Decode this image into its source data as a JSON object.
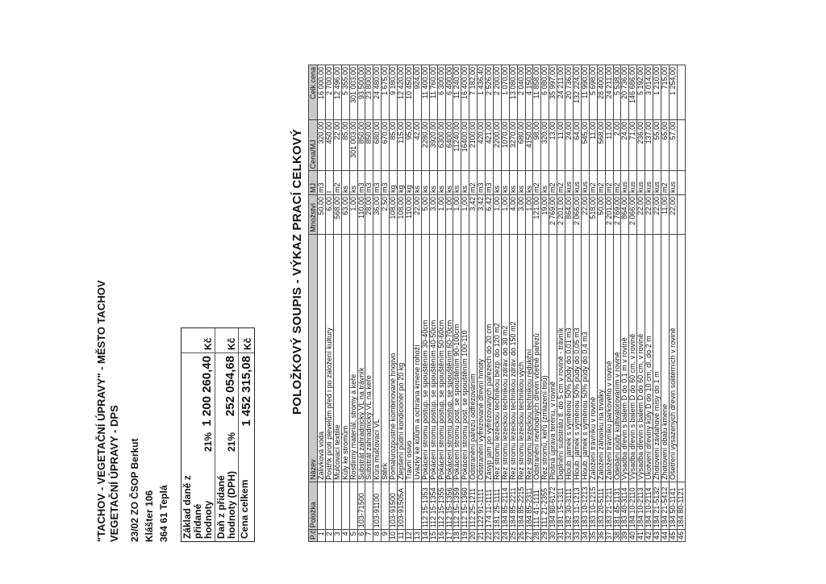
{
  "header": {
    "line1": "\"TACHOV - VEGETAČNÍ ÚPRAVY\" - MĚSTO TACHOV",
    "line2": "VEGETAČNÍ ÚPRAVY - DPS",
    "address": [
      "23/02 ZO ČSOP Berkut",
      "Klášter 106",
      "364 61 Teplá"
    ]
  },
  "summary": {
    "base_label": "Základ daně z přidané hodnoty",
    "base_pct": "21%",
    "base_value": "1 200 260,40",
    "tax_label": "Daň z přidané hodnoty (DPH)",
    "tax_pct": "21%",
    "tax_value": "252 054,68",
    "total_label": "Cena celkem",
    "total_value": "1 452 315,08",
    "currency": "Kč"
  },
  "title": "POLOŽKOVÝ SOUPIS - VÝKAZ PRACÍ CELKOVÝ",
  "table": {
    "headers": [
      "P.č.",
      "Položka",
      "Název",
      "Množství",
      "MJ",
      "Cena/MJ",
      "Celk.cena"
    ],
    "rows": [
      [
        "1",
        "",
        "Zálivková voda",
        "50,00",
        "m3",
        "320,00",
        "16 000,00"
      ],
      [
        "2",
        "",
        "Postřik proti plevelům před i po založení kultury",
        "6,00",
        "l",
        "450,00",
        "2 700,00"
      ],
      [
        "3",
        "",
        "Mulčovací textilie",
        "568,00",
        "m2",
        "22,00",
        "12 496,00"
      ],
      [
        "4",
        "",
        "Kůly ke stromům",
        "63,00",
        "ks",
        "85,00",
        "5 355,00"
      ],
      [
        "5",
        "",
        "Rostlinný materiál, stromy a keře",
        "1,00",
        "ks",
        "301 003,00",
        "301 003,00"
      ],
      [
        "6",
        "103-71500",
        "Substrát zahradnický VL na trávník",
        "110,00",
        "m3",
        "850,00",
        "93 500,00"
      ],
      [
        "7",
        "",
        "Substrát zahradnický VL na keře",
        "28,00",
        "m3",
        "850,00",
        "23 800,00"
      ],
      [
        "8",
        "103-91100",
        "Kůra mulčovací VL",
        "36,00",
        "m3",
        "680,00",
        "24 480,00"
      ],
      [
        "9",
        "",
        "Štěrk",
        "2,50",
        "m3",
        "670,00",
        "1 675,00"
      ],
      [
        "10",
        "103-91500",
        "Pomalurozpustné kombinované hnojivo",
        "108,00",
        "kg",
        "85,00",
        "9 180,00"
      ],
      [
        "11",
        "103-91505A",
        "Zlepšení půdní kondicionér po 20 kg",
        "108,00",
        "kg",
        "115,00",
        "12 420,00"
      ],
      [
        "12",
        "",
        "Travní osivo",
        "110,00",
        "kg",
        "95,00",
        "10 450,00"
      ],
      [
        "13",
        "",
        "Úvazky ke kůlům a ochrana kmene rohoží",
        "22,00",
        "ks",
        "42,00",
        "924,00"
      ],
      [
        "14",
        "112 15-1353",
        "Pokácení stromu postup. se spouštěním 30-40cm",
        "5,00",
        "ks",
        "2280,00",
        "11 400,00"
      ],
      [
        "15",
        "112 15-1354",
        "Pokácení stromu postup. se spouštěním 40-50cm",
        "3,00",
        "ks",
        "3920,00",
        "11 760,00"
      ],
      [
        "16",
        "112 15-1355",
        "Pokácení stromu postup. se spouštěním 50-60cm",
        "1,00",
        "ks",
        "6300,00",
        "6 300,00"
      ],
      [
        "17",
        "112 15-1356",
        "Pokácení stromu postup. se spouštěním 60-70cm",
        "1,00",
        "ks",
        "6400,00",
        "6 400,00"
      ],
      [
        "18",
        "112 15-1359",
        "Pokácení stromu post. se spouštěním 90-100cm",
        "1,00",
        "ks",
        "11240,00",
        "11 240,00"
      ],
      [
        "19",
        "112 15-1360",
        "Pokácení stromu post. se spouštěním 100-110",
        "1,00",
        "ks",
        "16400,00",
        "16 400,00"
      ],
      [
        "20",
        "112 25-1211",
        "Odstranění pařezu odfrézováním",
        "3,42",
        "m2",
        "2100,00",
        "7 182,00"
      ],
      [
        "21",
        "122 91-1111",
        "Odstranění vyfrézované dřevní hmoty",
        "3,42",
        "m3",
        "420,00",
        "1 436,40"
      ],
      [
        "22",
        "174 11-1111",
        "Zásyp jam po vyfrézovaných pařezech do 20 cm",
        "6,42",
        "m3",
        "421,00",
        "2 526,00"
      ],
      [
        "23",
        "181 25-1111",
        "Řez stromu lezeckou technikou bezp. do 120 m2",
        "1,00",
        "ks",
        "2200,00",
        "2 200,00"
      ],
      [
        "24",
        "184 85-2114",
        "Řez stromu lezeckou technikou zdrav. do 30 m2",
        "1,00",
        "ks",
        "1070,00",
        "1 070,00"
      ],
      [
        "25",
        "184 85-2211",
        "Řez stromu lezeckou technikou zdrav. do 150 m2",
        "4,00",
        "ks",
        "3270,00",
        "13 080,00"
      ],
      [
        "26",
        "184 85-2215",
        "Řez stromu lezeckou technikou vých.",
        "3,00",
        "ks",
        "680,00",
        "2 040,00"
      ],
      [
        "27",
        "184 85-2311",
        "Řez stromu lezeckou technikou redukční",
        "1,00",
        "ks",
        "4150,00",
        "4 150,00"
      ],
      [
        "28",
        "111 41-1111",
        "Odstranění nevhodných dřevin včetně pařezů",
        "121,00",
        "m2",
        "98,00",
        "11 858,00"
      ],
      [
        "29",
        "111 21-2355",
        "Řez stromů, keřů (zmlazení tisů)",
        "19,00",
        "ks",
        "320,00",
        "6 080,00"
      ],
      [
        "30",
        "184 80-6172",
        "Plošná úprava terénu, v rovině",
        "2 769,00",
        "m2",
        "13,00",
        "35 997,00"
      ],
      [
        "31",
        "181 15-1311",
        "Doplnění substrátu tl. do 5 cm v rovině - trávník",
        "2 201,00",
        "m2",
        "11,00",
        "24 211,00"
      ],
      [
        "32",
        "182 30-3111",
        "Hloub. jamek s výměnou 50% půdy do 0,01 m3",
        "864,00",
        "kus",
        "24,00",
        "20 736,00"
      ],
      [
        "33",
        "183 11-1213",
        "Hloub. jamek s výměnou 50% půdy do 0,05 m3",
        "2 066,00",
        "kus",
        "64,00",
        "132 224,00"
      ],
      [
        "34",
        "183 10-1213",
        "Hloub. jamek s výměnou 50% půdy do 0,4 m3",
        "22,00",
        "kus",
        "545,00",
        "11 990,00"
      ],
      [
        "35",
        "183 10-1215",
        "Založení trávníku v rovině",
        "518,00",
        "m2",
        "11,00",
        "5 698,00"
      ],
      [
        "36",
        "183 20-5111",
        "Založení záhonku na trvalky",
        "50,00",
        "m2",
        "568,00",
        "28 400,00"
      ],
      [
        "37",
        "183 21-1211",
        "Založení trávníku parkového v rovině",
        "2 201,00",
        "m2",
        "11,00",
        "24 211,00"
      ],
      [
        "38",
        "181 45-1131",
        "Odebání půdy kultivátorováním v rovině",
        "2 769,00",
        "m2",
        "2,00",
        "5 538,00"
      ],
      [
        "39",
        "183 40-3114",
        "Výsadba dřevin s balem D do 0,1 m v rovině",
        "864,00",
        "kus",
        "24,00",
        "20 736,00"
      ],
      [
        "40",
        "184 10-2110",
        "Výsadba dřevin s balem D do 60 cm, v rovině",
        "2 066,00",
        "kus",
        "71,00",
        "146 686,00"
      ],
      [
        "41",
        "184 10-2113",
        "Výsadba dřevin s balem D do 60 cm, v rovině",
        "22,00",
        "kus",
        "236,00",
        "5 192,00"
      ],
      [
        "42",
        "184 10-2114",
        "Ukotvení dřeviny kůly D do 10 cm, dl. do 2 m",
        "22,00",
        "kus",
        "137,00",
        "3 014,00"
      ],
      [
        "43",
        "184 21-5132",
        "Zhotovení závlahové mísy do 1 m",
        "22,00",
        "kus",
        "55,00",
        "1 210,00"
      ],
      [
        "44",
        "184 21-5412",
        "Zhotovení obalu kmene",
        "11,00",
        "m2",
        "65,00",
        "715,00"
      ],
      [
        "45",
        "184 50-1141",
        "Ošetření vysazených dřevin solitérních v rovině",
        "22,00",
        "kus",
        "57,00",
        "1 254,00"
      ],
      [
        "46",
        "184 80-1121",
        "",
        "",
        "",
        "",
        ""
      ]
    ]
  }
}
